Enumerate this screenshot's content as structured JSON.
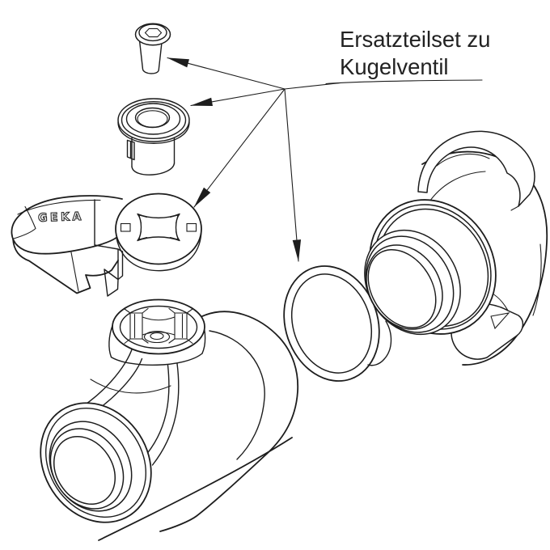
{
  "annotation": {
    "label_line1": "Ersatzteilset zu",
    "label_line2": "Kugelventil"
  },
  "lever": {
    "brand": "GEKA"
  },
  "parts": [
    "screw",
    "gland-bushing",
    "lever-handle",
    "o-ring",
    "valve-body",
    "claw-coupling"
  ],
  "colors": {
    "line": "#1d1d1d",
    "text": "#222222",
    "background": "#ffffff"
  }
}
